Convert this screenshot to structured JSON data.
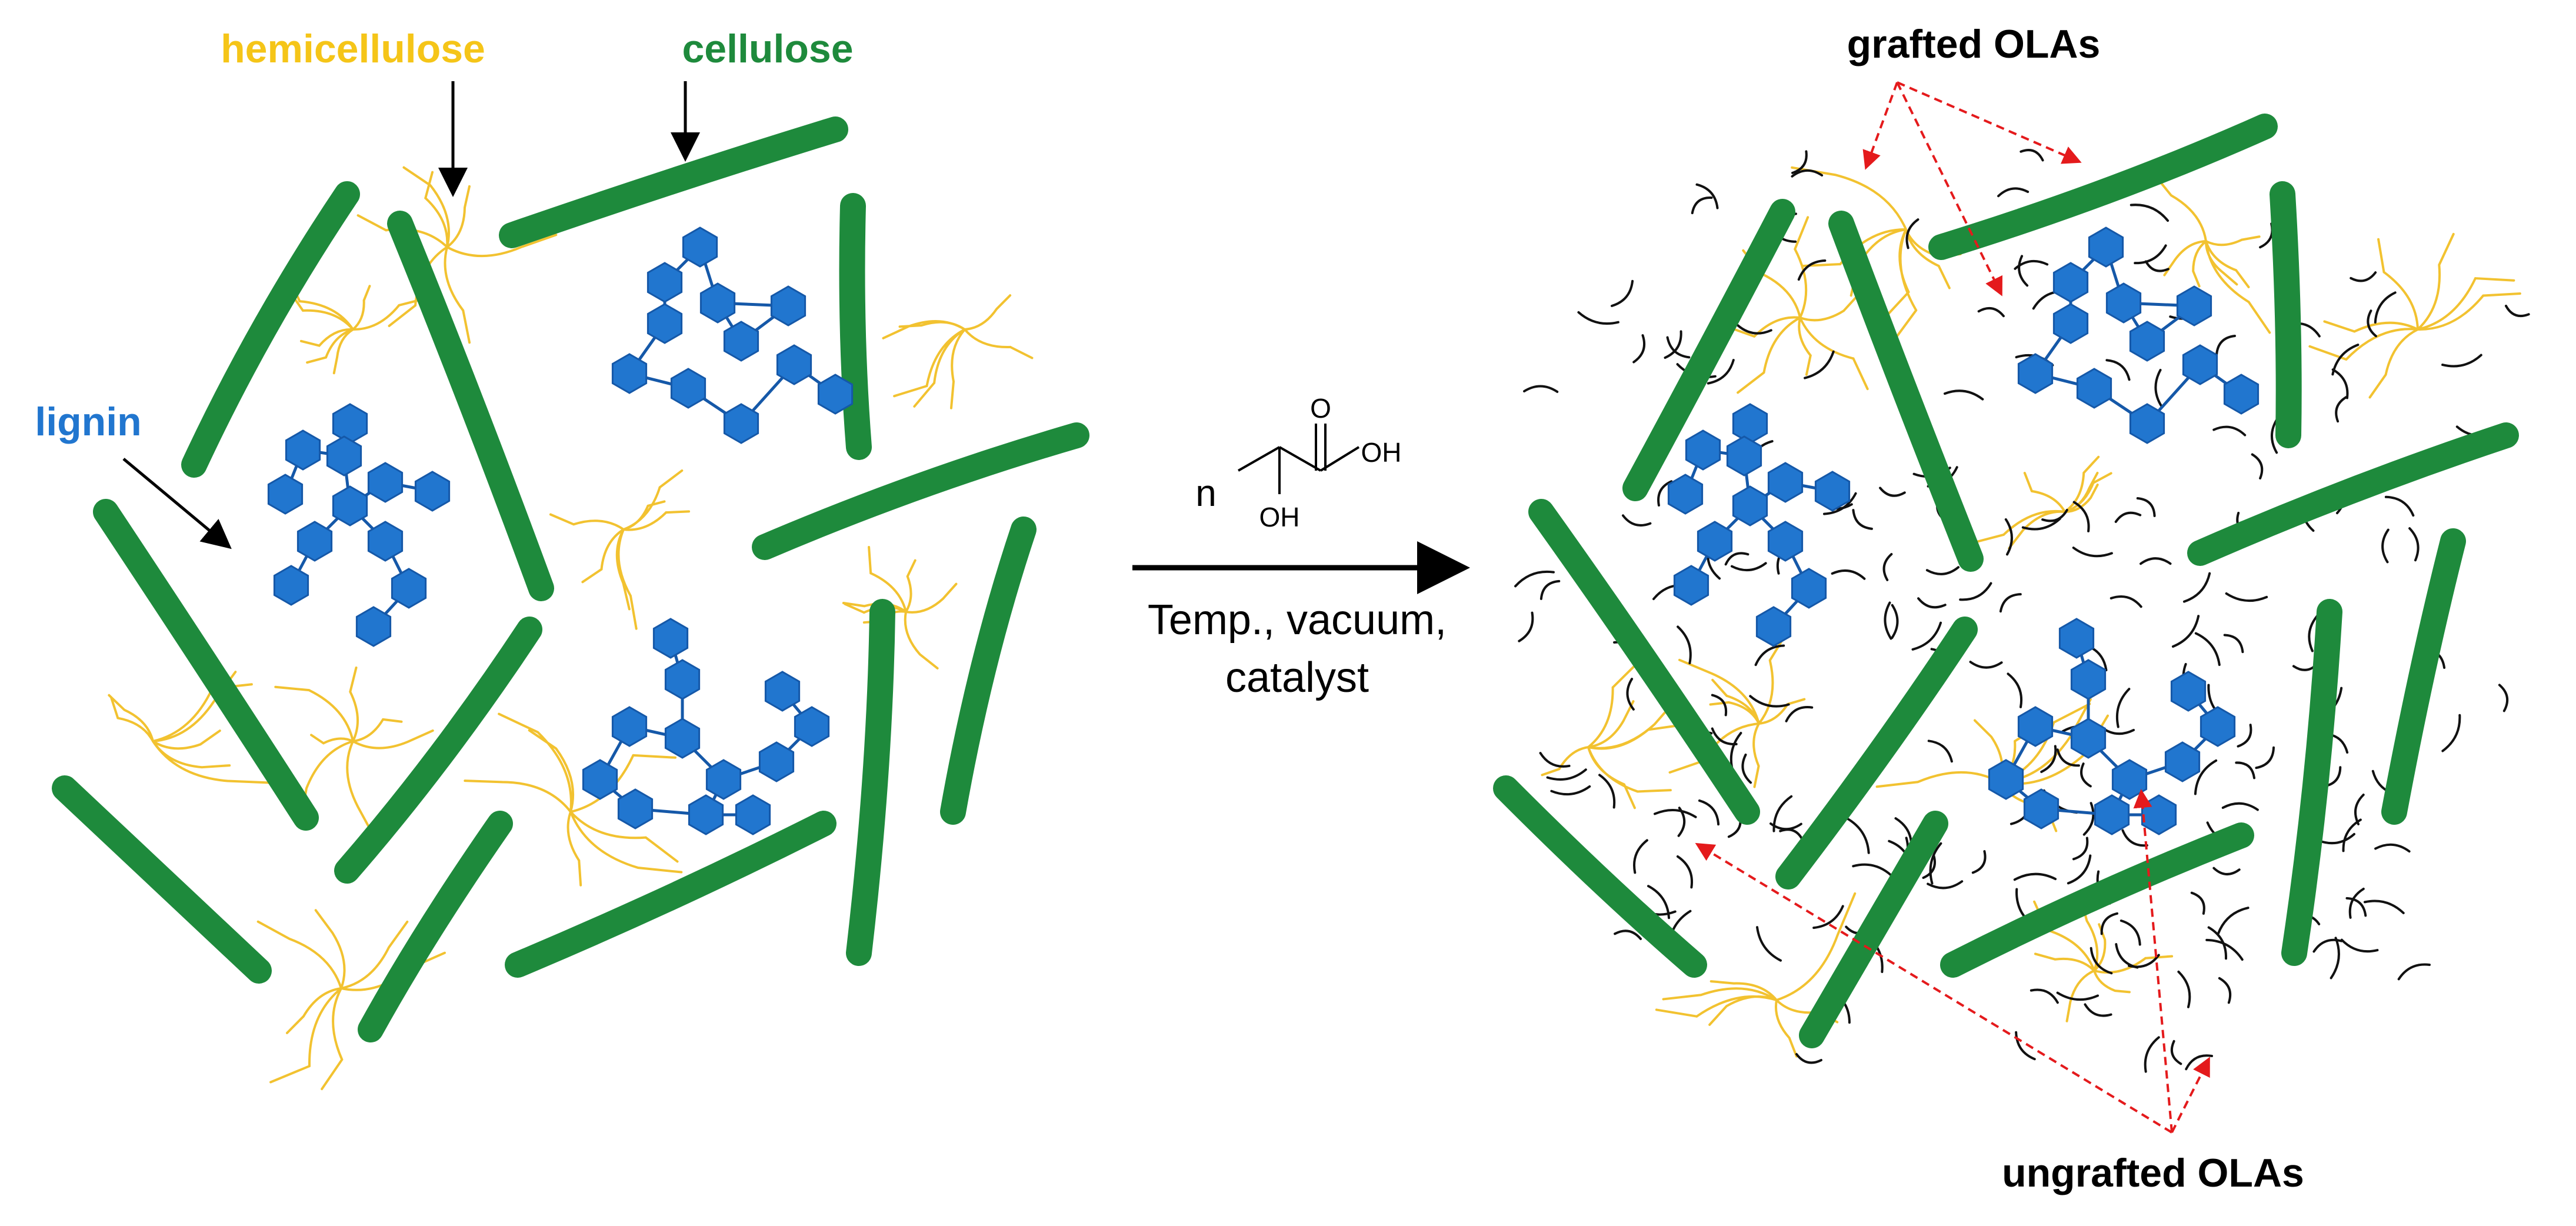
{
  "labels": {
    "hemicellulose": "hemicellulose",
    "cellulose": "cellulose",
    "lignin": "lignin",
    "grafted": "grafted OLAs",
    "ungrafted": "ungrafted OLAs"
  },
  "reaction": {
    "coefficient": "n",
    "carbonyl_oxygen": "O",
    "acid_group": "OH",
    "alcohol_group": "OH",
    "conditions_line1": "Temp., vacuum,",
    "conditions_line2": "catalyst"
  },
  "colors": {
    "cellulose": "#1e8a3c",
    "hemicellulose": "#f2c230",
    "hemicellulose_label": "#f5c518",
    "lignin": "#2176cf",
    "lignin_edge": "#1558a8",
    "olas": "#111111",
    "annotation_arrows": "#e41a1c",
    "text": "#000000"
  }
}
